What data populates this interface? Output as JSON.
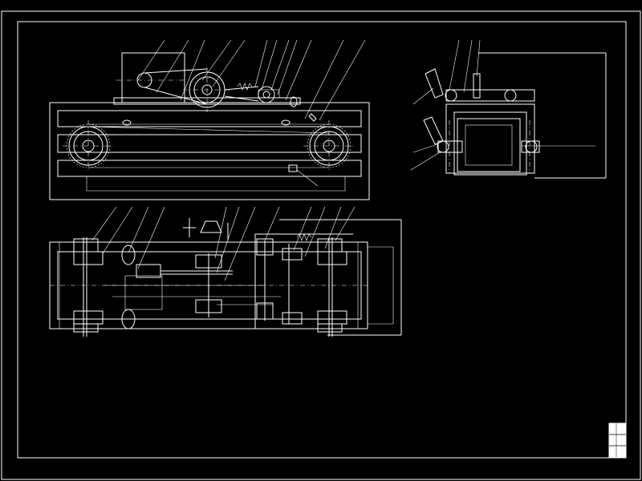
{
  "drawing": {
    "background": "#000000",
    "line_color": "#ffffff",
    "views": [
      "front-view",
      "side-view",
      "top-view"
    ],
    "title_block": {
      "rows": 3
    }
  }
}
